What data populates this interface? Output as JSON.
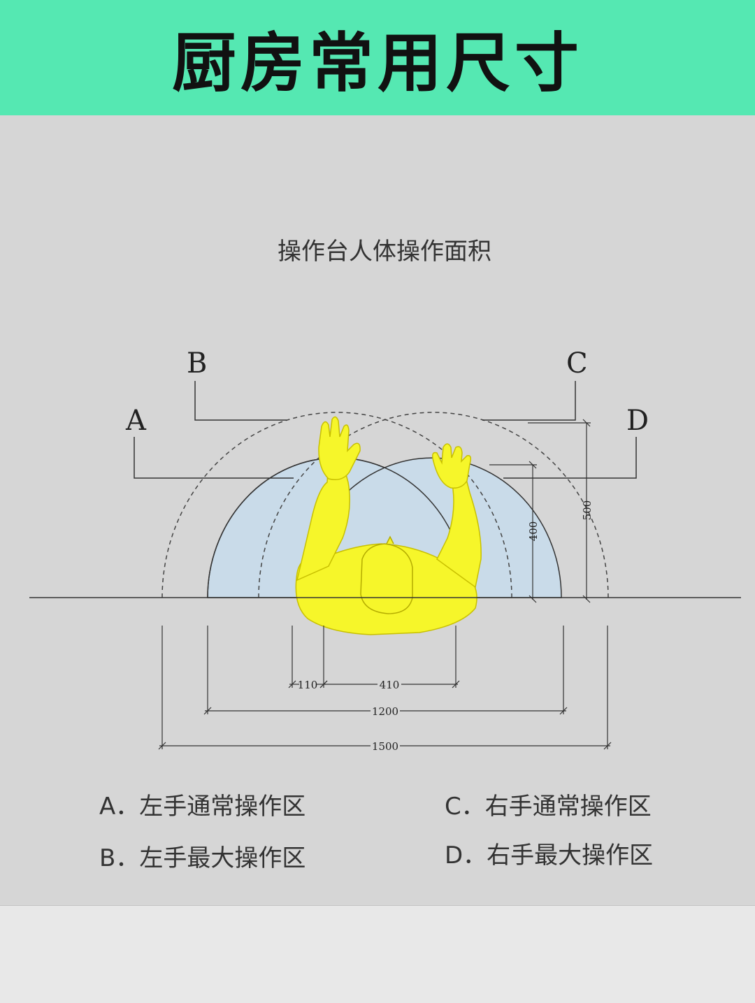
{
  "header": {
    "title": "厨房常用尺寸"
  },
  "diagram": {
    "title": "操作台人体操作面积",
    "labels": {
      "a": "A",
      "b": "B",
      "c": "C",
      "d": "D"
    },
    "dimensions": {
      "d110": "110",
      "d410": "410",
      "d1200": "1200",
      "d1500": "1500",
      "d400": "400",
      "d500": "500"
    },
    "colors": {
      "normal_zone": "#c9dbe9",
      "figure": "#f6f62a",
      "header": "#55e8b2"
    }
  },
  "legend": {
    "a": "A．左手通常操作区",
    "b": "B．左手最大操作区",
    "c": "C．右手通常操作区",
    "d": "D．右手最大操作区"
  }
}
